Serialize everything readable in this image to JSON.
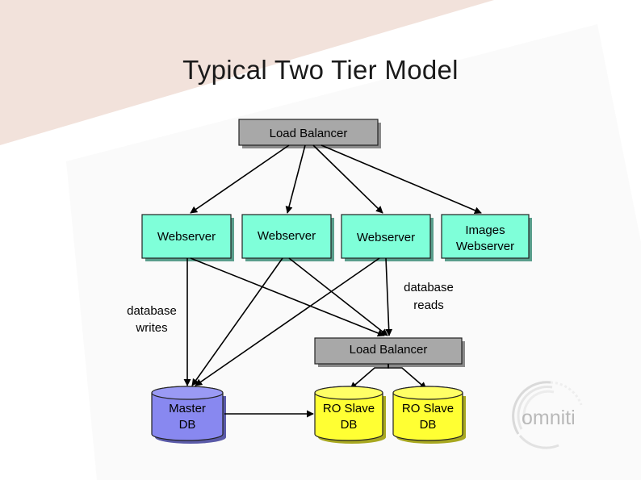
{
  "slide": {
    "title": "Typical Two Tier Model"
  },
  "diagram": {
    "top_balancer": "Load Balancer",
    "webservers": [
      "Webserver",
      "Webserver",
      "Webserver"
    ],
    "images_webserver": [
      "Images",
      "Webserver"
    ],
    "db_balancer": "Load Balancer",
    "master_db": [
      "Master",
      "DB"
    ],
    "slaves": [
      [
        "RO Slave",
        "DB"
      ],
      [
        "RO Slave",
        "DB"
      ]
    ],
    "label_writes": [
      "database",
      "writes"
    ],
    "label_reads": [
      "database",
      "reads"
    ]
  },
  "logo": {
    "text": "omniti"
  },
  "colors": {
    "balancer": "#a8a8a8",
    "webserver": "#7fffd9",
    "master_db": "#8888f0",
    "slave_db": "#ffff33",
    "background_band": "#f3e3dc"
  }
}
